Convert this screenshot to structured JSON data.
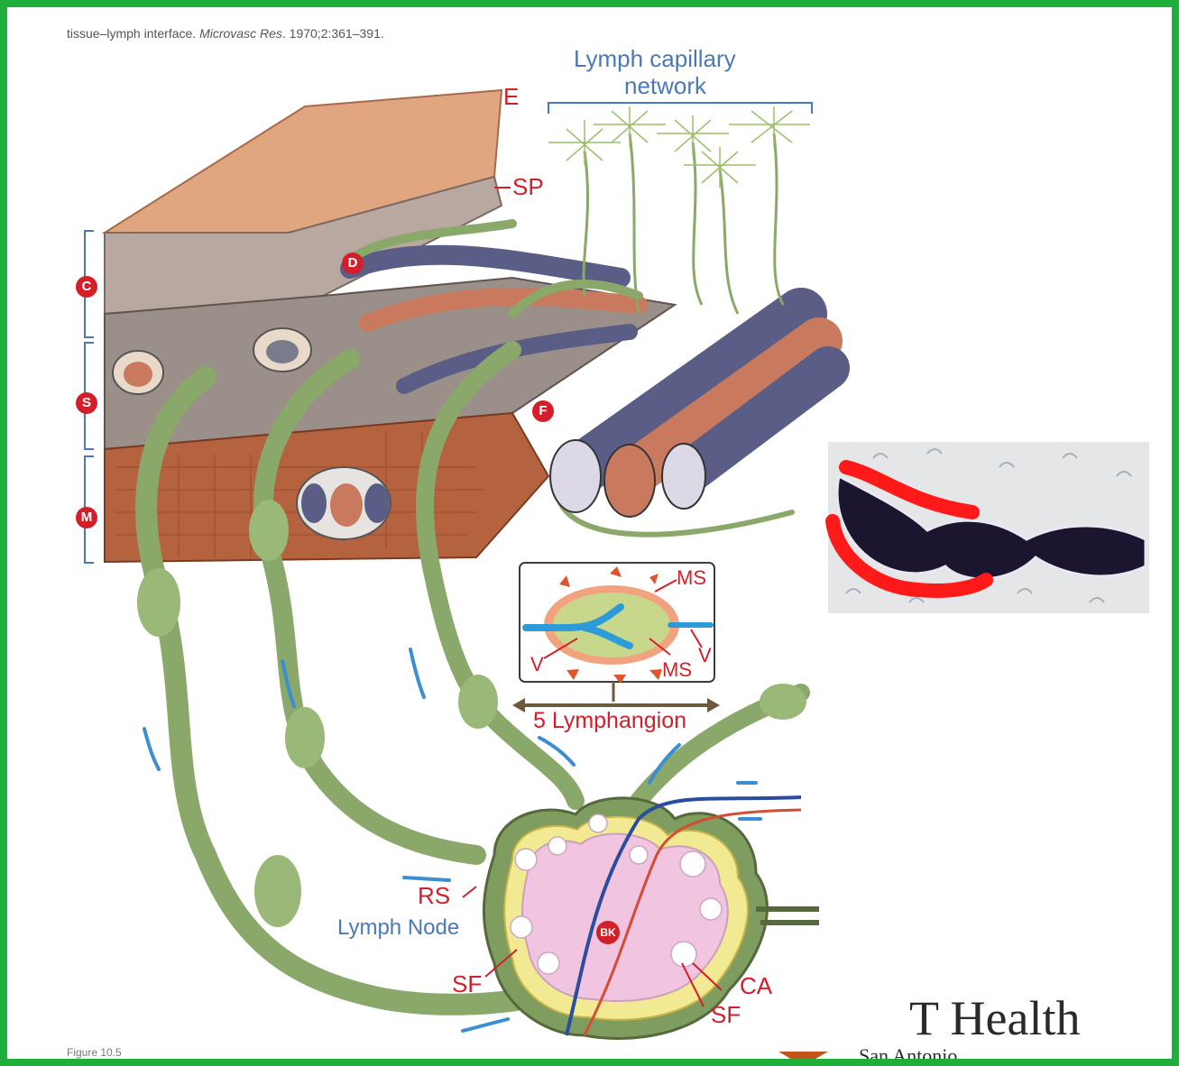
{
  "citation": {
    "prefix": "tissue–lymph interface.",
    "journal": "Microvasc Res",
    "suffix": ". 1970;2:361–391."
  },
  "figure_caption": "Figure 10.5",
  "labels": {
    "lymph_capillary_line1": "Lymph capillary",
    "lymph_capillary_line2": "network",
    "E": "E",
    "SP": "SP",
    "D": "D",
    "C": "C",
    "S": "S",
    "M": "M",
    "F": "F",
    "MS_top": "MS",
    "MS_bottom": "MS",
    "V_left": "V",
    "V_right": "V",
    "lymphangion": "5 Lymphangion",
    "RS": "RS",
    "lymph_node": "Lymph Node",
    "BK": "BK",
    "SF_left": "SF",
    "SF_right": "SF",
    "CA": "CA"
  },
  "branding": {
    "logo_text": "T Health",
    "logo_subtext": "San Antonio"
  },
  "colors": {
    "border": "#1fae3a",
    "label_red": "#d21f2a",
    "label_blue": "#4a79b8",
    "vessel_green": "#8aa86a",
    "skin": "#d9a07c",
    "muscle": "#b8603f",
    "vein": "#5a5e86",
    "artery": "#c97a5e",
    "node": "#f1c4df"
  }
}
